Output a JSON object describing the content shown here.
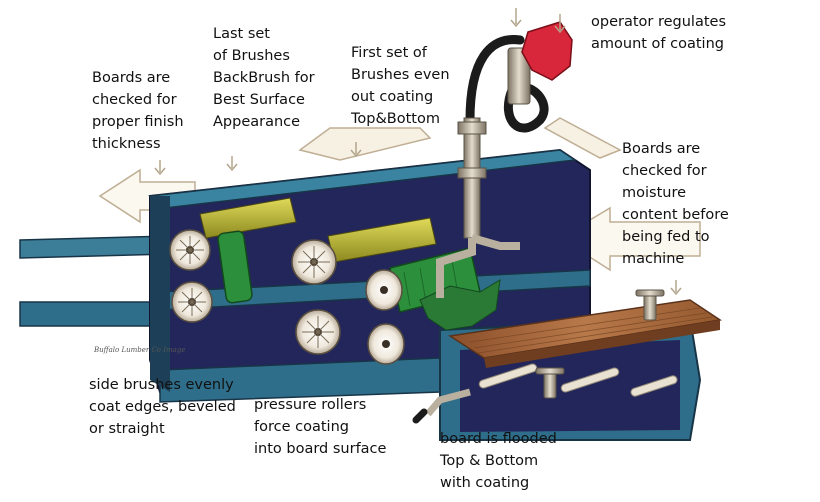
{
  "labels": {
    "last_brushes": [
      "Last set",
      "of Brushes",
      "BackBrush for",
      "Best Surface",
      "Appearance"
    ],
    "first_brushes": [
      "First set of",
      "Brushes even",
      "out coating",
      "Top&Bottom"
    ],
    "operator": [
      "operator regulates",
      "amount of coating"
    ],
    "finish_check": [
      "Boards are",
      "checked for",
      "proper finish",
      "thickness"
    ],
    "moisture_check": [
      "Boards are",
      "checked for",
      "moisture",
      "content before",
      "being fed to",
      "machine"
    ],
    "side_brushes": [
      "side brushes evenly",
      "coat edges, beveled",
      "or straight"
    ],
    "pressure_rollers": [
      "pressure rollers",
      "force coating",
      "into board surface"
    ],
    "flooded": [
      "board is flooded",
      "Top & Bottom",
      "with coating"
    ]
  },
  "credit": "Buffalo Lumber Co Image",
  "colors": {
    "frame_teal": "#2f6e8a",
    "frame_dark": "#1d4058",
    "interior_navy": "#23265a",
    "brush_yellow": "#c6c23a",
    "brush_green": "#2c8f3c",
    "board_wood": "#a8683e",
    "pipe_metal": "#b9b0a0",
    "valve_red": "#d8263a",
    "arrow_outline": "#b8a890"
  }
}
